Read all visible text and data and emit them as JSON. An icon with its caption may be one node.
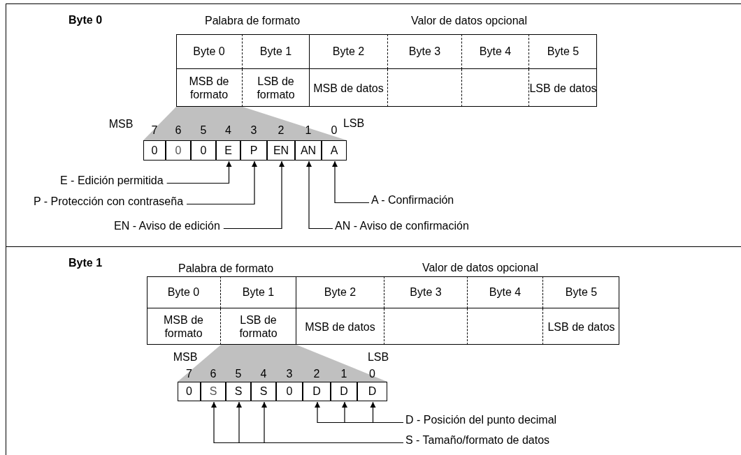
{
  "diagram": {
    "nodes": [
      {
        "text": [
          "Byte 0"
        ]
      },
      {
        "text": [
          "0"
        ],
        "in": 0
      },
      {
        "text": [
          "0"
        ],
        "in": 0
      },
      {
        "text": [
          "0"
        ],
        "in": 0
      },
      {
        "text": [
          "E"
        ],
        "in": 0
      },
      {
        "text": [
          "P"
        ],
        "in": 0
      },
      {
        "text": [
          "EN"
        ],
        "in": 0
      },
      {
        "text": [
          "AN"
        ],
        "in": 0
      },
      {
        "text": [
          "A"
        ],
        "in": 0
      },
      {
        "text": [
          "E - Edición permitida"
        ],
        "in": 0
      },
      {
        "text": [
          "P - Protección con contraseña"
        ],
        "in": 0
      },
      {
        "text": [
          "EN - Aviso de edición"
        ],
        "in": 0
      },
      {
        "text": [
          "A - Confirmación"
        ],
        "in": 0
      },
      {
        "text": [
          "AN - Aviso de confirmación"
        ],
        "in": 0
      },
      {
        "text": [
          "Byte 1"
        ]
      },
      {
        "text": [
          "0"
        ],
        "in": 14
      },
      {
        "text": [
          "S"
        ],
        "in": 14
      },
      {
        "text": [
          "S"
        ],
        "in": 14
      },
      {
        "text": [
          "S"
        ],
        "in": 14
      },
      {
        "text": [
          "0"
        ],
        "in": 14
      },
      {
        "text": [
          "D"
        ],
        "in": 14
      },
      {
        "text": [
          "D"
        ],
        "in": 14
      },
      {
        "text": [
          "D"
        ],
        "in": 14
      },
      {
        "text": [
          "D - Posición del punto decimal"
        ],
        "in": 14
      },
      {
        "text": [
          "S - Tamaño/formato de datos"
        ],
        "in": 14
      }
    ],
    "edges": [
      {
        "from": 9,
        "to": 4,
        "arrow": "to"
      },
      {
        "from": 10,
        "to": 5,
        "arrow": "to"
      },
      {
        "from": 11,
        "to": 6,
        "arrow": "to"
      },
      {
        "from": 12,
        "to": 8,
        "arrow": "to"
      },
      {
        "from": 13,
        "to": 7,
        "arrow": "to"
      },
      {
        "from": 23,
        "to": 20,
        "arrow": "to"
      },
      {
        "from": 23,
        "to": 21,
        "arrow": "to"
      },
      {
        "from": 23,
        "to": 22,
        "arrow": "to"
      },
      {
        "from": 24,
        "to": 16,
        "arrow": "to"
      },
      {
        "from": 24,
        "to": 17,
        "arrow": "to"
      },
      {
        "from": 24,
        "to": 18,
        "arrow": "to"
      }
    ],
    "labels": [
      "Palabra de formato",
      "Valor de datos opcional",
      "Byte 0",
      "Byte 1",
      "Byte 2",
      "Byte 3",
      "Byte 4",
      "Byte 5",
      "MSB de formato",
      "LSB de formato",
      "MSB de datos",
      "LSB de datos",
      "MSB",
      "7",
      "6",
      "5",
      "4",
      "3",
      "2",
      "1",
      "0",
      "LSB",
      "Palabra de formato",
      "Valor de datos opcional",
      "Byte 0",
      "Byte 1",
      "Byte 2",
      "Byte 3",
      "Byte 4",
      "Byte 5",
      "MSB de formato",
      "LSB de formato",
      "MSB de datos",
      "LSB de datos",
      "MSB",
      "7",
      "6",
      "5",
      "4",
      "3",
      "2",
      "1",
      "0",
      "LSB"
    ]
  }
}
